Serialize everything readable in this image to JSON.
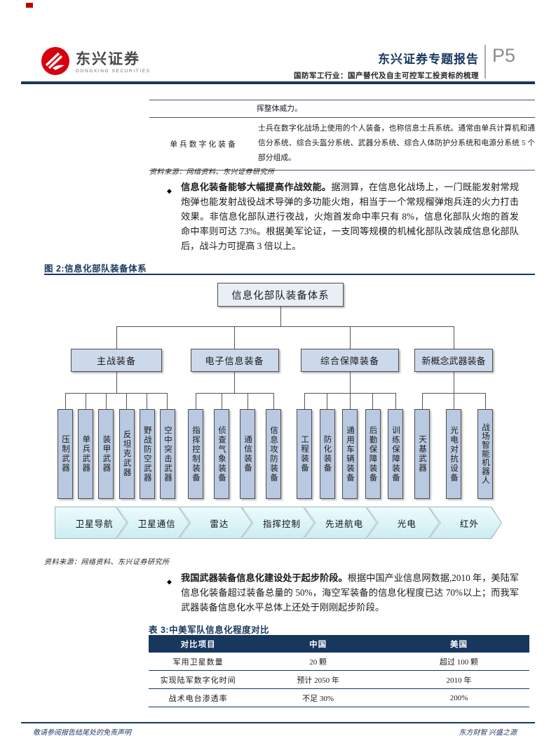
{
  "header": {
    "logo_title": "东兴证券",
    "logo_subtitle": "DONGXING SECURITIES",
    "report_type": "东兴证券专题报告",
    "report_subtitle": "国防军工行业：国产替代及自主可控军工投资标的梳理",
    "page_number": "P5"
  },
  "top_table": {
    "partial_row_text": "挥整体威力。",
    "row_label": "单兵数字化装备",
    "row_content": "士兵在数字化战场上使用的个人装备，也称信息士兵系统。通常由单兵计算机和通信分系统、综合头盔分系统、武器分系统、综合人体防护分系统和电源分系统 5 个部分组成。",
    "source": "资料来源：网络资料、东兴证券研究所"
  },
  "bullet1": {
    "lead": "信息化装备能够大幅提高作战效能。",
    "body": "据测算，在信息化战场上，一门既能发射常规炮弹也能发射战役战术导弹的多功能火炮，相当于一个常规榴弹炮兵连的火力打击效果。非信息化部队进行夜战，火炮首发命中率只有 8%，信息化部队火炮的首发命中率则可达 73%。根据美军论证，一支同等规模的机械化部队改装成信息化部队后，战斗力可提高 3 倍以上。"
  },
  "figure": {
    "title": "图 2:信息化部队装备体系",
    "source": "资料来源：网络资料、东兴证券研究所",
    "root": "信息化部队装备体系",
    "groups": [
      {
        "label": "主战装备",
        "children": [
          "压制武器",
          "单兵武器",
          "装甲武器",
          "反坦克武器",
          "野战防空武器",
          "空中突击武器"
        ]
      },
      {
        "label": "电子信息装备",
        "children": [
          "指挥控制装备",
          "侦查气象装备",
          "通信装备",
          "信息攻防装备"
        ]
      },
      {
        "label": "综合保障装备",
        "children": [
          "工程装备",
          "防化装备",
          "通用车辆装备",
          "后勤保障装备",
          "训练保障装备"
        ]
      },
      {
        "label": "新概念武器装备",
        "children": [
          "天基武器",
          "光电对抗设备",
          "战场智能机器人"
        ]
      }
    ],
    "chevrons": [
      "卫星导航",
      "卫星通信",
      "雷达",
      "指挥控制",
      "先进航电",
      "光电",
      "红外"
    ]
  },
  "bullet2": {
    "lead": "我国武器装备信息化建设处于起步阶段。",
    "body": "根据中国产业信息网数据,2010 年，美陆军信息化装备超过装备总量的 50%，海空军装备的信息化程度已达 70%以上；而我军武器装备信息化水平总体上还处于刚刚起步阶段。"
  },
  "comparison_table": {
    "title": "表 3:中美军队信息化程度对比",
    "headers": [
      "对比项目",
      "中国",
      "美国"
    ],
    "rows": [
      [
        "军用卫星数量",
        "20 颗",
        "超过 100 颗"
      ],
      [
        "实现陆军数字化时间",
        "预计 2050 年",
        "2010 年"
      ],
      [
        "战术电台渗透率",
        "不足 30%",
        "200%"
      ]
    ]
  },
  "footer": {
    "left": "敬请参阅报告结尾处的免责声明",
    "right": "东方财智 兴盛之源"
  },
  "colors": {
    "navy": "#17375D",
    "brand_red": "#D7000F",
    "page_num_gray": "#8C8C8C",
    "leaf_fill": "#B9C9E2",
    "group_fill": "#CCD9EB",
    "root_fill": "#E9EFF7",
    "chevron_fill": "#D8F3F6"
  }
}
